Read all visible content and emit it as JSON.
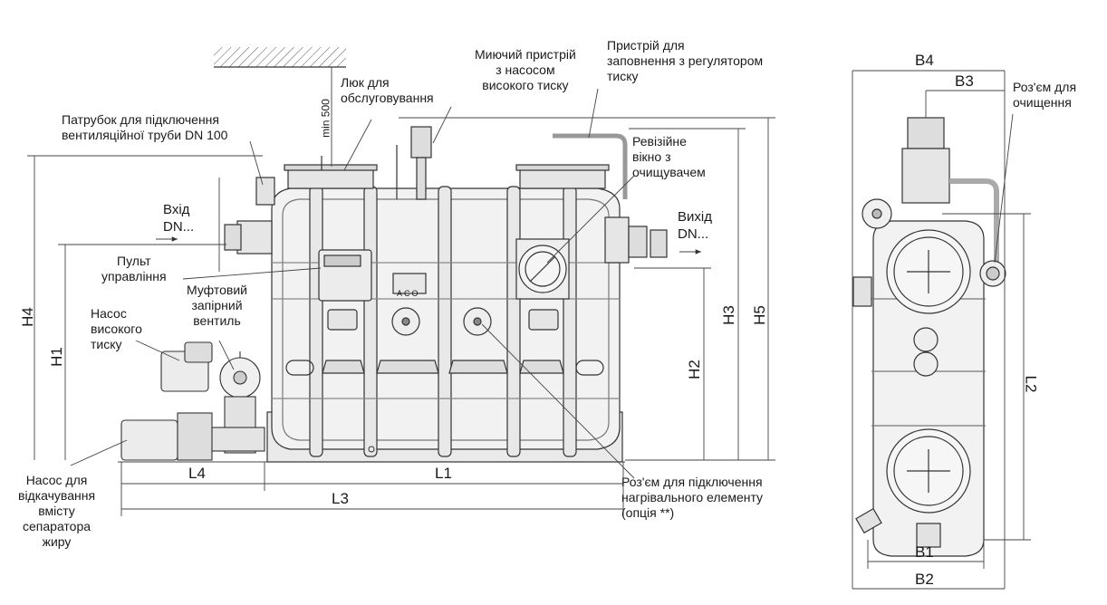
{
  "labels": {
    "vent_pipe": [
      "Патрубок для підключення",
      "вентиляційної труби DN 100"
    ],
    "hatch": [
      "Люк для",
      "обслуговування"
    ],
    "washer": [
      "Миючий пристрій",
      "з насосом",
      "високого тиску"
    ],
    "filler": [
      "Пристрій для",
      "заповнення з регулятором",
      "тиску"
    ],
    "inspection": [
      "Ревізійне",
      "вікно з",
      "очищувачем"
    ],
    "inlet": [
      "Вхід",
      "DN..."
    ],
    "outlet": [
      "Вихід",
      "DN..."
    ],
    "control": [
      "Пульт",
      "управління"
    ],
    "valve": [
      "Муфтовий",
      "запірний",
      "вентиль"
    ],
    "hp_pump": [
      "Насос",
      "високого",
      "тиску"
    ],
    "drain_pump": [
      "Насос для",
      "відкачування",
      "вмісту",
      "сепаратора",
      "жиру"
    ],
    "heater": [
      "Роз'єм для підключення",
      "нагрівального елементу",
      "(опція **)"
    ],
    "cleaning": [
      "Роз'єм для",
      "очищення"
    ],
    "min500": "min 500",
    "brand": "ACO"
  },
  "dimensions": {
    "H1": "H1",
    "H2": "H2",
    "H3": "H3",
    "H4": "H4",
    "H5": "H5",
    "L1": "L1",
    "L2": "L2",
    "L3": "L3",
    "L4": "L4",
    "B1": "B1",
    "B2": "B2",
    "B3": "B3",
    "B4": "B4"
  }
}
